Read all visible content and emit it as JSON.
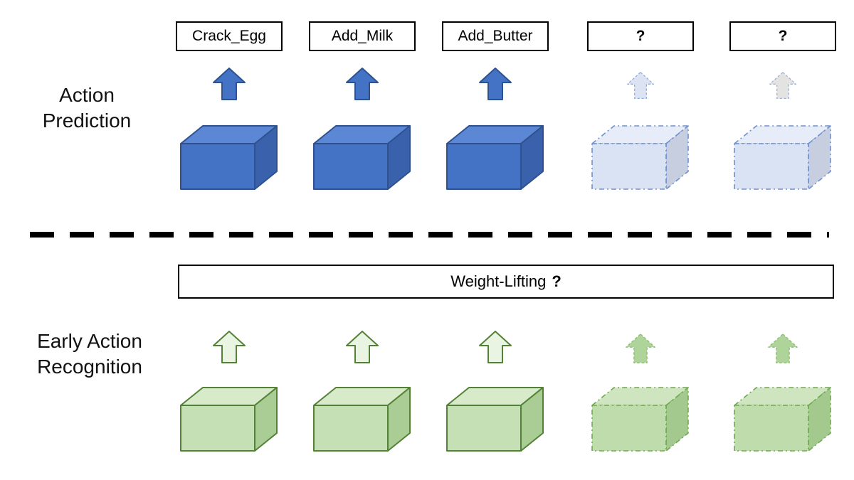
{
  "sections": {
    "top": {
      "label_lines": [
        "Action",
        "Prediction"
      ],
      "action_labels": [
        "Crack_Egg",
        "Add_Milk",
        "Add_Butter",
        "?",
        "?"
      ]
    },
    "bottom": {
      "label_lines": [
        "Early Action",
        "Recognition"
      ],
      "question_text": "Weight-Lifting",
      "question_mark": "?"
    }
  },
  "icons": {
    "arrow": "up-block-arrow-icon",
    "cuboid": "video-segment-cuboid"
  },
  "colors": {
    "blue_fill": "#4472C4",
    "blue_stroke": "#2F528F",
    "blue_ghost_fill": "#DAE3F3",
    "green_fill": "#C5E0B4",
    "green_stroke": "#538135",
    "divider": "#000000",
    "box_border": "#000000",
    "background": "#FFFFFF"
  }
}
